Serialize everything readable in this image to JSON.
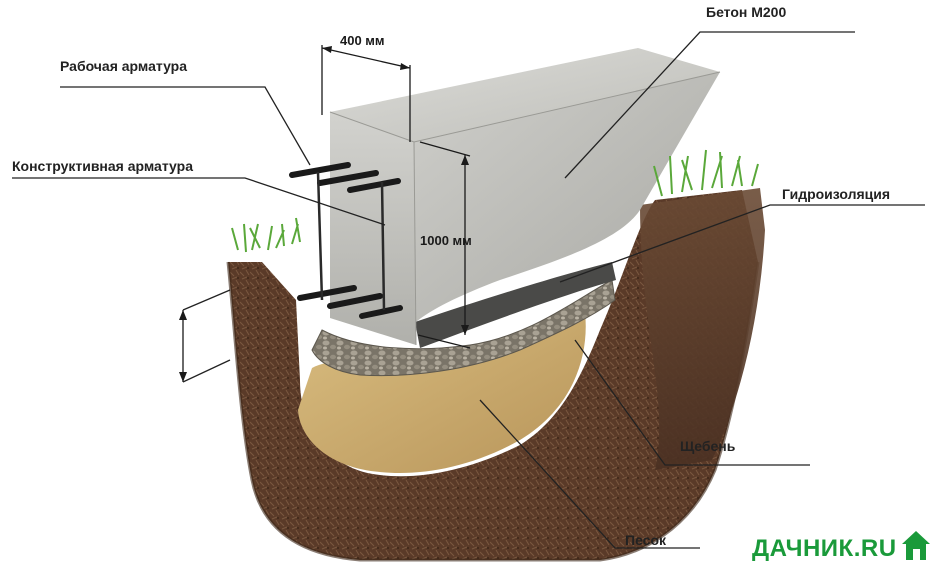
{
  "labels": {
    "working_rebar": "Рабочая арматура",
    "structural_rebar": "Конструктивная арматура",
    "concrete": "Бетон М200",
    "waterproofing": "Гидроизоляция",
    "gravel": "Щебень",
    "sand": "Песок"
  },
  "dimensions": {
    "width": "400 мм",
    "height": "1000 мм"
  },
  "brand": {
    "text": "ДАЧНИК.RU",
    "color": "#1a9a3a",
    "icon": "house-icon"
  },
  "colors": {
    "concrete": "#c9c9c5",
    "soil": "#5a3a28",
    "sand": "#c9a86a",
    "gravel": "#8a8478",
    "waterproofing": "#4a4a48",
    "grass": "#5aa83a"
  }
}
